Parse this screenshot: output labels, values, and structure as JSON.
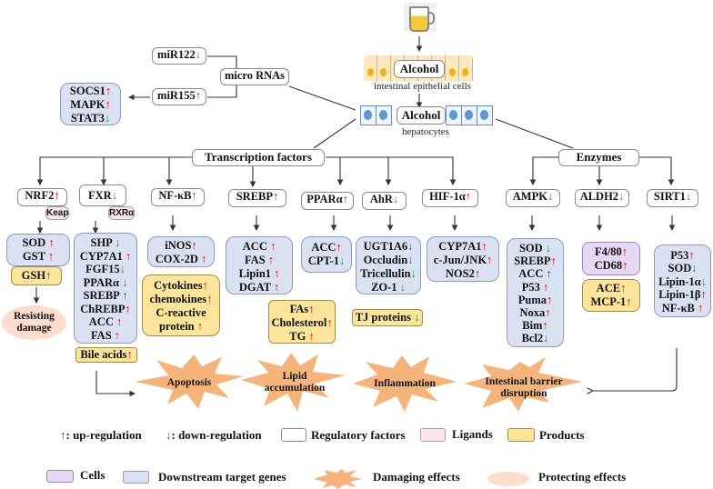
{
  "top": {
    "drink_icon": "beer-mug-icon",
    "intestine_label": "Alcohol",
    "intestine_caption": "intestinal epithelial cells",
    "liver_label": "Alcohol",
    "liver_caption": "hepatocytes"
  },
  "micro_rnas": {
    "title": "micro RNAs",
    "mir122": {
      "name": "miR122",
      "dir": "↓"
    },
    "mir155": {
      "name": "miR155",
      "dir": "↑"
    },
    "targets": [
      {
        "name": "SOCS1",
        "dir": "↑"
      },
      {
        "name": "MAPK",
        "dir": "↑"
      },
      {
        "name": "STAT3",
        "dir": "↓"
      }
    ]
  },
  "transcription_factors": {
    "title": "Transcription factors",
    "nrf2": {
      "name": "NRF2",
      "dir": "↑",
      "ligand": "Keap",
      "genes": [
        {
          "name": "SOD",
          "dir": "↑"
        },
        {
          "name": "GST",
          "dir": "↑"
        }
      ],
      "product": {
        "name": "GSH",
        "dir": "↑"
      },
      "effect": "Resisting damage"
    },
    "fxr": {
      "name": "FXR",
      "dir": "↓",
      "ligand": "RXRα",
      "genes": [
        {
          "name": "SHP",
          "dir": "↓"
        },
        {
          "name": "CYP7A1",
          "dir": "↑"
        },
        {
          "name": "FGF15",
          "dir": "↓"
        },
        {
          "name": "PPARα",
          "dir": "↓"
        },
        {
          "name": "SREBP",
          "dir": "↑"
        },
        {
          "name": "ChREBP",
          "dir": "↑"
        },
        {
          "name": "ACC",
          "dir": "↑"
        },
        {
          "name": "FAS",
          "dir": "↑"
        }
      ],
      "product": {
        "name": "Bile acids",
        "dir": "↑"
      }
    },
    "nfkb": {
      "name": "NF-κB",
      "dir": "↑",
      "genes": [
        {
          "name": "iNOS",
          "dir": "↑"
        },
        {
          "name": "COX-2D",
          "dir": "↑"
        }
      ],
      "products": [
        {
          "name": "Cytokines",
          "dir": "↑"
        },
        {
          "name": "chemokines",
          "dir": "↑"
        },
        {
          "name": "C-reactive",
          "dir": ""
        },
        {
          "name": "protein",
          "dir": "↑"
        }
      ]
    },
    "srebp": {
      "name": "SREBP",
      "dir": "↑",
      "genes": [
        {
          "name": "ACC",
          "dir": "↑"
        },
        {
          "name": "FAS",
          "dir": "↑"
        },
        {
          "name": "Lipin1",
          "dir": "↑"
        },
        {
          "name": "DGAT",
          "dir": "↑"
        }
      ],
      "products": [
        {
          "name": "FAs",
          "dir": "↑"
        },
        {
          "name": "Cholesterol",
          "dir": "↑"
        },
        {
          "name": "TG",
          "dir": "↑"
        }
      ]
    },
    "ppara": {
      "name": "PPARα",
      "dir": "↑",
      "genes": [
        {
          "name": "ACC",
          "dir": "↑"
        },
        {
          "name": "CPT-1",
          "dir": "↓"
        }
      ]
    },
    "ahr": {
      "name": "AhR",
      "dir": "↓",
      "genes": [
        {
          "name": "UGT1A6",
          "dir": "↓"
        },
        {
          "name": "Occludin",
          "dir": "↓"
        },
        {
          "name": "Tricellulin",
          "dir": "↓"
        },
        {
          "name": "ZO-1",
          "dir": "↓"
        }
      ],
      "product": {
        "name": "TJ proteins",
        "dir": "↓"
      }
    },
    "hif1a": {
      "name": "HIF-1α",
      "dir": "↑",
      "genes": [
        {
          "name": "CYP7A1",
          "dir": "↑"
        },
        {
          "name": "c-Jun/JNK",
          "dir": "↑"
        },
        {
          "name": "NOS2",
          "dir": "↑"
        }
      ]
    }
  },
  "enzymes": {
    "title": "Enzymes",
    "ampk": {
      "name": "AMPK",
      "dir": "↓",
      "genes": [
        {
          "name": "SOD",
          "dir": "↓"
        },
        {
          "name": "SREBP",
          "dir": "↑"
        },
        {
          "name": "ACC",
          "dir": "↑"
        },
        {
          "name": "P53",
          "dir": "↑"
        },
        {
          "name": "Puma",
          "dir": "↑"
        },
        {
          "name": "Noxa",
          "dir": "↑"
        },
        {
          "name": "Bim",
          "dir": "↑"
        },
        {
          "name": "Bcl2",
          "dir": "↓"
        }
      ]
    },
    "aldh2": {
      "name": "ALDH2",
      "dir": "↓",
      "cells": [
        {
          "name": "F4/80",
          "dir": "↑"
        },
        {
          "name": "CD68",
          "dir": "↑"
        }
      ],
      "products": [
        {
          "name": "ACE",
          "dir": "↑"
        },
        {
          "name": "MCP-1",
          "dir": "↑"
        }
      ]
    },
    "sirt1": {
      "name": "SIRT1",
      "dir": "↓",
      "genes": [
        {
          "name": "P53",
          "dir": "↑"
        },
        {
          "name": "SOD",
          "dir": "↓"
        },
        {
          "name": "Lipin-1α",
          "dir": "↓"
        },
        {
          "name": "Lipin-1β",
          "dir": "↑"
        },
        {
          "name": "NF-κB",
          "dir": "↑"
        }
      ]
    }
  },
  "effects": {
    "apoptosis": "Apoptosis",
    "lipid_1": "Lipid",
    "lipid_2": "accumulation",
    "inflammation": "Inflammation",
    "barrier_1": "Intestinal barrier",
    "barrier_2": "disruption"
  },
  "legend": {
    "up_symbol": "↑",
    "up_label": ": up-regulation",
    "down_symbol": "↓",
    "down_label": ": down-regulation",
    "regulatory": "Regulatory factors",
    "ligands": "Ligands",
    "products": "Products",
    "cells": "Cells",
    "downstream": "Downstream target genes",
    "damaging": "Damaging effects",
    "protecting": "Protecting effects"
  },
  "colors": {
    "up": "#ee0000",
    "down": "#10a030",
    "gene_fill": "#d9e1f2",
    "product_fill": "#fde49b",
    "cell_fill": "#e6d7f4",
    "ligand_fill": "#fde6e8",
    "damage_fill": "#f5b47c",
    "protect_fill": "#fbdccd"
  }
}
